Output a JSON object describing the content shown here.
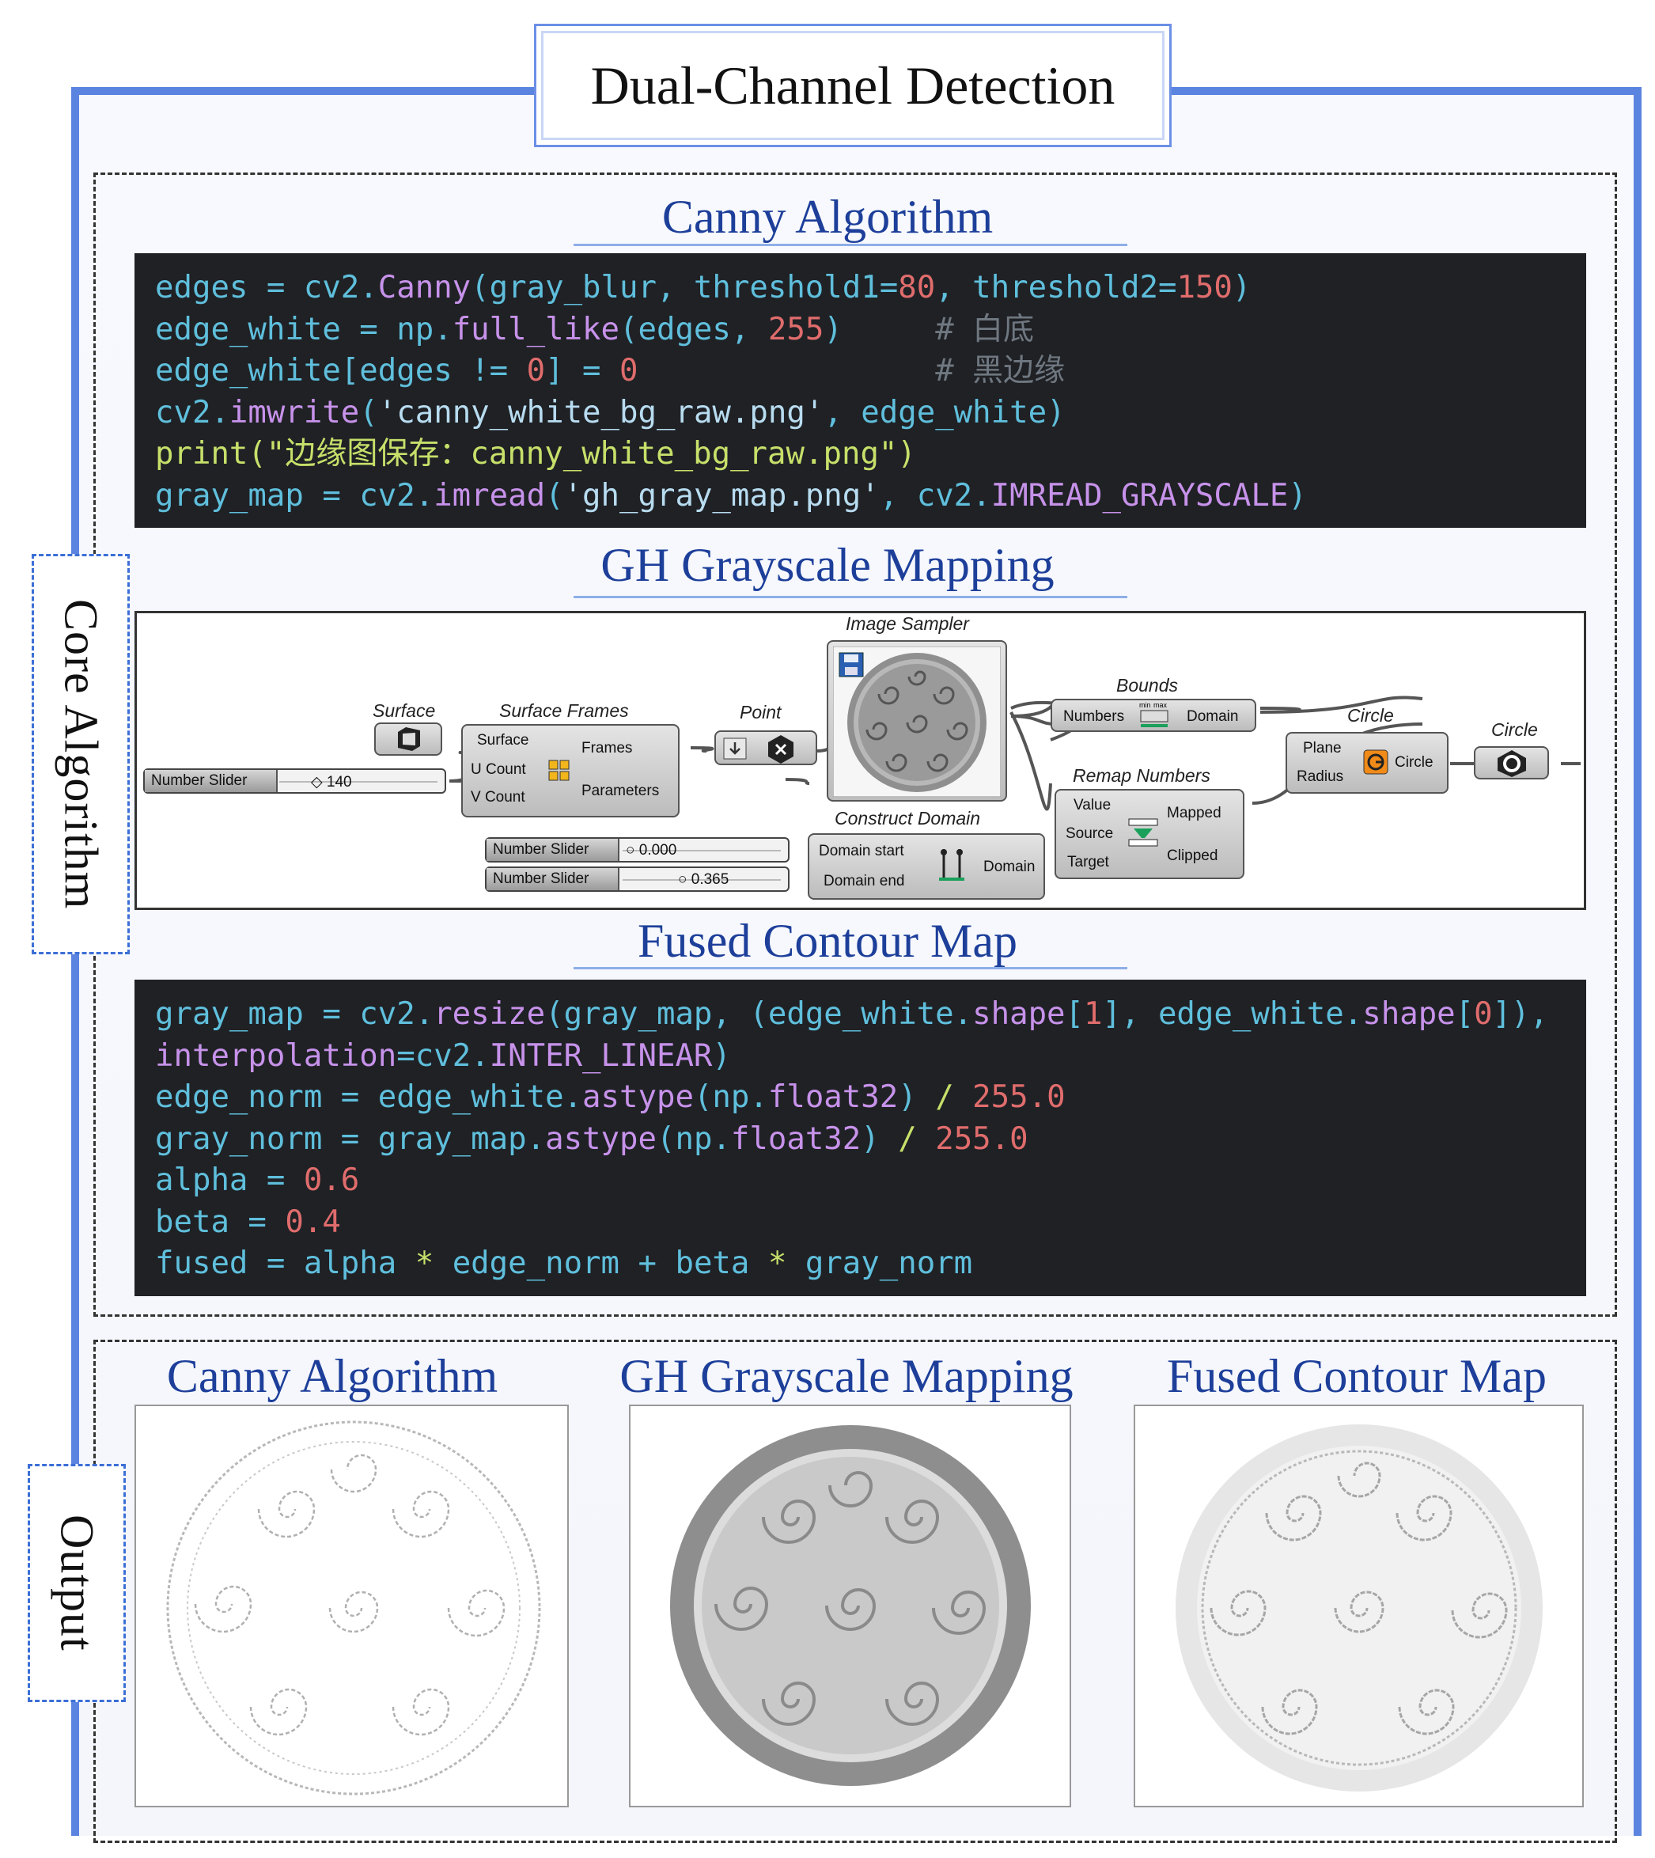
{
  "header": {
    "title": "Dual-Channel Detection"
  },
  "side_labels": {
    "core": "Core Algorithm",
    "output": "Output"
  },
  "sections": {
    "canny": "Canny Algorithm",
    "gh": "GH Grayscale Mapping",
    "fused": "Fused Contour Map"
  },
  "canny_code": [
    "edges = cv2.Canny(gray_blur, threshold1=80, threshold2=150)",
    "edge_white = np.full_like(edges, 255)     # 白底",
    "edge_white[edges != 0] = 0                # 黑边缘",
    "cv2.imwrite('canny_white_bg_raw.png', edge_white)",
    "print(\"边缘图保存：canny_white_bg_raw.png\")",
    "gray_map = cv2.imread('gh_gray_map.png', cv2.IMREAD_GRAYSCALE)"
  ],
  "fused_code": [
    "gray_map = cv2.resize(gray_map, (edge_white.shape[1], edge_white.shape[0]),",
    "interpolation=cv2.INTER_LINEAR)",
    "edge_norm = edge_white.astype(np.float32) / 255.0",
    "gray_norm = gray_map.astype(np.float32) / 255.0",
    "alpha = 0.6",
    "beta = 0.4",
    "fused = alpha * edge_norm + beta * gray_norm"
  ],
  "gh": {
    "surface_label": "Surface",
    "surface_frames_label": "Surface Frames",
    "sf_inputs": [
      "Surface",
      "U Count",
      "V Count"
    ],
    "sf_outputs": [
      "Frames",
      "Parameters"
    ],
    "point_label": "Point",
    "image_sampler_label": "Image Sampler",
    "bounds_label": "Bounds",
    "bounds_in": "Numbers",
    "bounds_out": "Domain",
    "bounds_icon_min": "min",
    "bounds_icon_max": "max",
    "circle_label": "Circle",
    "circle_inputs": [
      "Plane",
      "Radius"
    ],
    "circle_output": "Circle",
    "circle_param_label": "Circle",
    "remap_label": "Remap Numbers",
    "remap_inputs": [
      "Value",
      "Source",
      "Target"
    ],
    "remap_outputs": [
      "Mapped",
      "Clipped"
    ],
    "construct_label": "Construct Domain",
    "construct_inputs": [
      "Domain start",
      "Domain end"
    ],
    "construct_output": "Domain",
    "sliders": [
      {
        "label": "Number Slider",
        "value": "140"
      },
      {
        "label": "Number Slider",
        "value": "0.000"
      },
      {
        "label": "Number Slider",
        "value": "0.365"
      }
    ]
  },
  "outputs": {
    "canny": "Canny Algorithm",
    "gh": "GH Grayscale Mapping",
    "fused": "Fused Contour Map"
  }
}
